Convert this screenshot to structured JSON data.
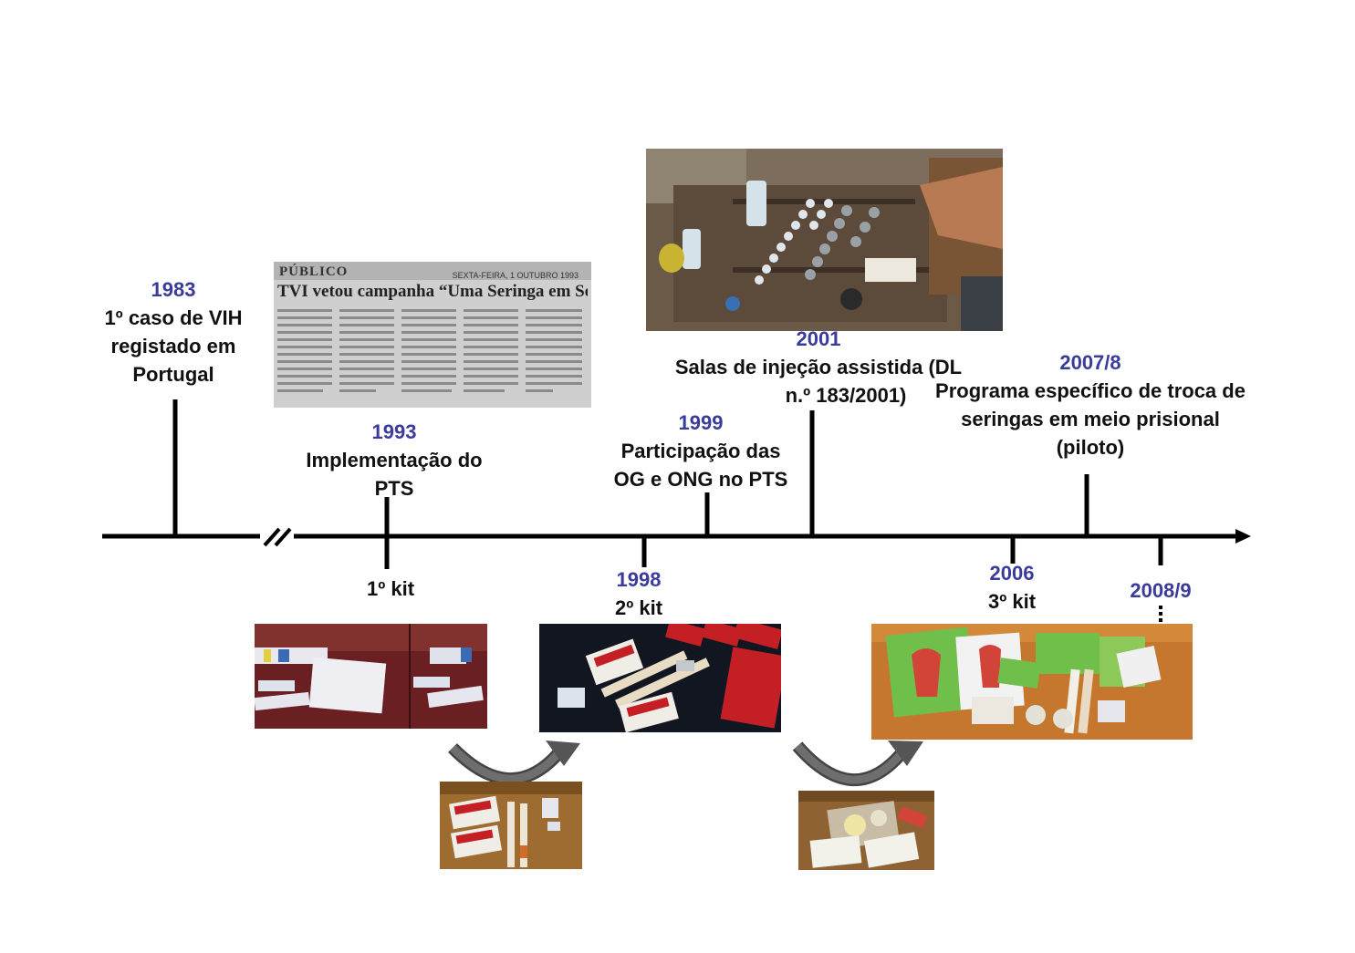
{
  "events_above": [
    {
      "year": "1983",
      "lines": [
        "1º caso de VIH",
        "registado em",
        "Portugal"
      ]
    },
    {
      "year": "1993",
      "lines": [
        "Implementação do",
        "PTS"
      ]
    },
    {
      "year": "1999",
      "lines": [
        "Participação das",
        "OG e ONG no PTS"
      ]
    },
    {
      "year": "2001",
      "lines": [
        "Salas de injeção assistida (DL",
        "n.º 183/2001)"
      ]
    },
    {
      "year": "2007/8",
      "lines": [
        "Programa específico de troca de",
        "seringas em meio prisional",
        "(piloto)"
      ]
    }
  ],
  "events_below": [
    {
      "year": "",
      "text": "1º kit"
    },
    {
      "year": "1998",
      "text": "2º kit"
    },
    {
      "year": "2006",
      "text": "3º kit"
    },
    {
      "year": "2008/9",
      "text": ""
    }
  ],
  "newspaper": {
    "masthead": "PÚBLICO",
    "dateline": "SEXTA-FEIRA, 1 OUTUBRO 1993",
    "headline": "TVI vetou campanha “Uma Seringa em Segunda Mão”"
  },
  "colors": {
    "year": "#3b3b9c",
    "text": "#111111",
    "axis": "#000000"
  }
}
